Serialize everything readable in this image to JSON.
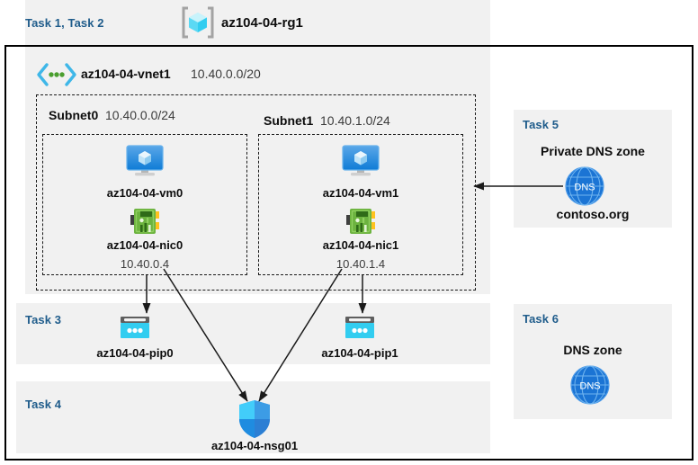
{
  "resource_group": {
    "tasks_label": "Task 1, Task 2",
    "name": "az104-04-rg1",
    "icon": "resource-group-icon"
  },
  "vnet": {
    "name": "az104-04-vnet1",
    "address_space": "10.40.0.0/20",
    "icon": "virtual-network-icon"
  },
  "subnets": [
    {
      "name": "Subnet0",
      "cidr": "10.40.0.0/24",
      "vm": {
        "name": "az104-04-vm0",
        "icon": "virtual-machine-icon"
      },
      "nic": {
        "name": "az104-04-nic0",
        "private_ip": "10.40.0.4",
        "icon": "network-interface-icon"
      }
    },
    {
      "name": "Subnet1",
      "cidr": "10.40.1.0/24",
      "vm": {
        "name": "az104-04-vm1",
        "icon": "virtual-machine-icon"
      },
      "nic": {
        "name": "az104-04-nic1",
        "private_ip": "10.40.1.4",
        "icon": "network-interface-icon"
      }
    }
  ],
  "task3": {
    "label": "Task 3",
    "public_ips": [
      {
        "name": "az104-04-pip0",
        "icon": "public-ip-icon"
      },
      {
        "name": "az104-04-pip1",
        "icon": "public-ip-icon"
      }
    ]
  },
  "task4": {
    "label": "Task 4",
    "nsg": {
      "name": "az104-04-nsg01",
      "icon": "network-security-group-icon"
    }
  },
  "task5": {
    "label": "Task 5",
    "title": "Private DNS zone",
    "zone_name": "contoso.org",
    "icon": "dns-zone-icon",
    "icon_text": "DNS"
  },
  "task6": {
    "label": "Task 6",
    "title": "DNS zone",
    "icon": "dns-zone-icon",
    "icon_text": "DNS"
  },
  "colors": {
    "task_label": "#1f5c8b",
    "panel_bg": "#f1f1f1",
    "border": "#000000",
    "dashed": "#1a1a1a",
    "azure_blue": "#0078d4",
    "cyan": "#32cdf0",
    "nic_green": "#5aaa3c",
    "dns_blue": "#1b74d4"
  }
}
